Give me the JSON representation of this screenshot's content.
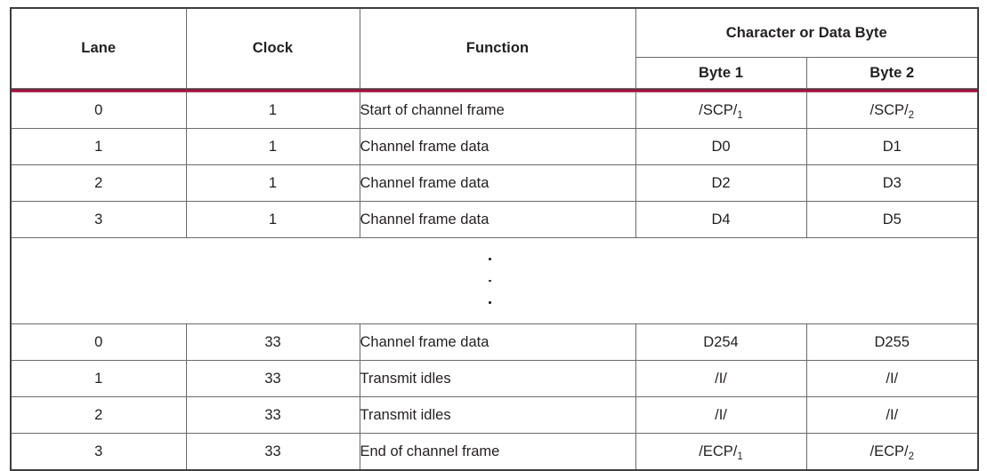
{
  "table": {
    "accent_color": "#bd0040",
    "border_color": "#3e3e3e",
    "grid_color": "#6a6a6a",
    "headers": {
      "lane": "Lane",
      "clock": "Clock",
      "function": "Function",
      "character_group": "Character or Data Byte",
      "byte1": "Byte 1",
      "byte2": "Byte 2"
    },
    "rows": [
      {
        "lane": "0",
        "clock": "1",
        "function": "Start of channel frame",
        "byte1_base": "/SCP/",
        "byte1_sub": "1",
        "byte2_base": "/SCP/",
        "byte2_sub": "2"
      },
      {
        "lane": "1",
        "clock": "1",
        "function": "Channel frame data",
        "byte1_base": "D0",
        "byte1_sub": "",
        "byte2_base": "D1",
        "byte2_sub": ""
      },
      {
        "lane": "2",
        "clock": "1",
        "function": "Channel frame data",
        "byte1_base": "D2",
        "byte1_sub": "",
        "byte2_base": "D3",
        "byte2_sub": ""
      },
      {
        "lane": "3",
        "clock": "1",
        "function": "Channel frame data",
        "byte1_base": "D4",
        "byte1_sub": "",
        "byte2_base": "D5",
        "byte2_sub": ""
      }
    ],
    "continuation": {
      "marker": "vertical-ellipsis",
      "dot_count": 3
    },
    "rows_after": [
      {
        "lane": "0",
        "clock": "33",
        "function": "Channel frame data",
        "byte1_base": "D254",
        "byte1_sub": "",
        "byte2_base": "D255",
        "byte2_sub": ""
      },
      {
        "lane": "1",
        "clock": "33",
        "function": "Transmit idles",
        "byte1_base": "/I/",
        "byte1_sub": "",
        "byte2_base": "/I/",
        "byte2_sub": ""
      },
      {
        "lane": "2",
        "clock": "33",
        "function": "Transmit idles",
        "byte1_base": "/I/",
        "byte1_sub": "",
        "byte2_base": "/I/",
        "byte2_sub": ""
      },
      {
        "lane": "3",
        "clock": "33",
        "function": "End of channel frame",
        "byte1_base": "/ECP/",
        "byte1_sub": "1",
        "byte2_base": "/ECP/",
        "byte2_sub": "2"
      }
    ]
  }
}
